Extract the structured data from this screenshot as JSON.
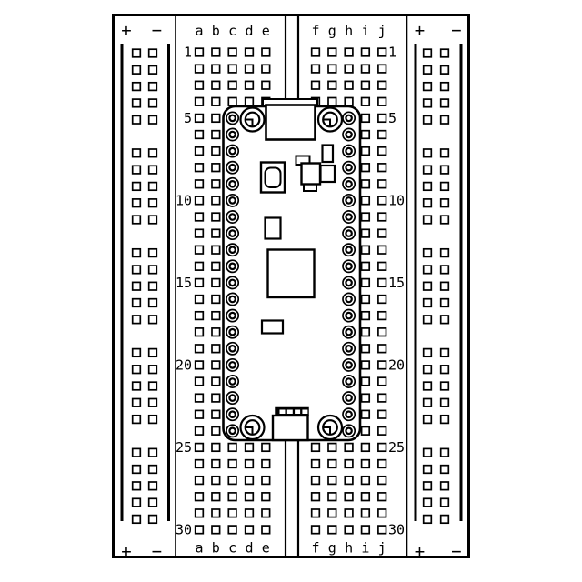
{
  "diagram": {
    "kind": "breadboard-with-dev-board",
    "colors": {
      "line": "#000000",
      "background": "#ffffff",
      "fill": "#ffffff",
      "pad_fill": "#000000"
    }
  },
  "breadboard": {
    "rows": 30,
    "row_numbers": [
      "1",
      "5",
      "10",
      "15",
      "20",
      "25",
      "30"
    ],
    "column_labels_left": [
      "a",
      "b",
      "c",
      "d",
      "e"
    ],
    "column_labels_right": [
      "f",
      "g",
      "h",
      "i",
      "j"
    ],
    "rail": {
      "plus_label": "+",
      "minus_label": "−",
      "groups": 5,
      "holes_per_group": 5,
      "columns_per_rail": 2
    }
  },
  "dev_board": {
    "pins_per_side": 20,
    "pin_first_row": 5,
    "pin_last_row": 24,
    "mounting_holes": 4,
    "debug_header_pads": 4,
    "components": [
      "usb-connector",
      "bootsel-button",
      "crystal",
      "capacitor",
      "capacitor",
      "flash-chip",
      "main-ic-chip",
      "passive-component",
      "debug-header"
    ]
  }
}
